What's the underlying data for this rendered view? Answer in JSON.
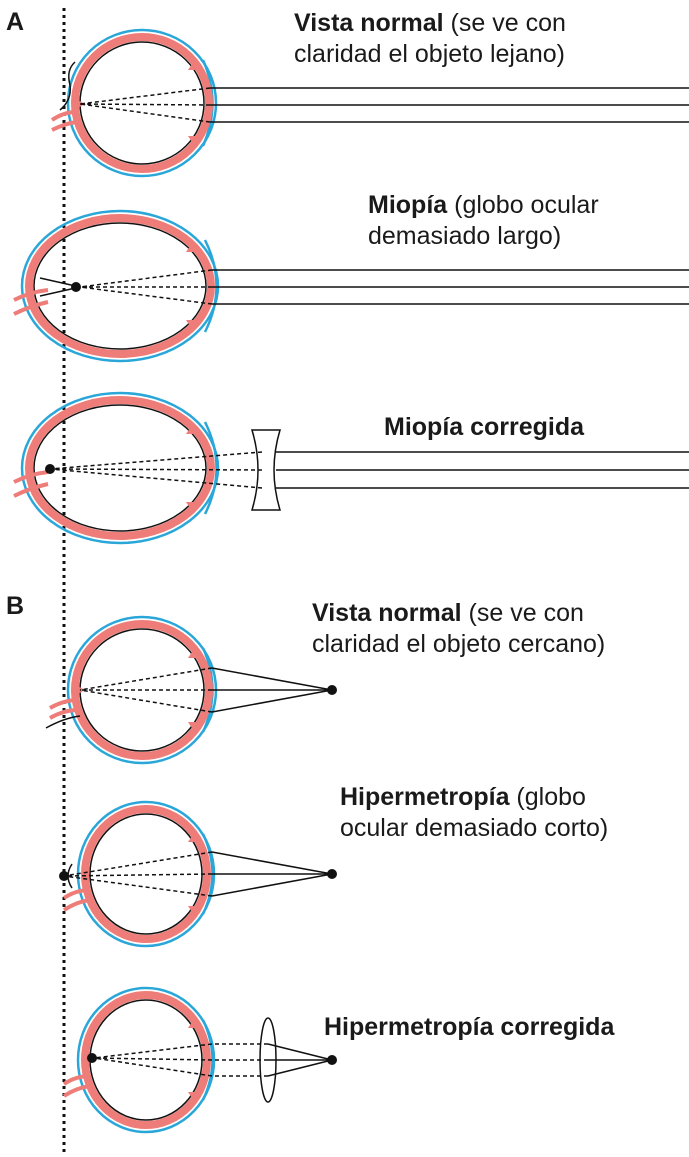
{
  "sections": {
    "a": "A",
    "b": "B"
  },
  "captions": {
    "normal_far": {
      "bold": "Vista normal",
      "rest_1": " (se ve con",
      "line_2": "claridad el objeto lejano)"
    },
    "myopia": {
      "bold": "Miopía",
      "rest_1": " (globo ocular",
      "line_2": "demasiado largo)"
    },
    "myopia_fixed": {
      "bold": "Miopía corregida"
    },
    "normal_near": {
      "bold": "Vista normal",
      "rest_1": " (se ve con",
      "line_2": "claridad el objeto cercano)"
    },
    "hyperopia": {
      "bold": "Hipermetropía",
      "rest_1": " (globo",
      "line_2": "ocular demasiado corto)"
    },
    "hyperopia_fixed": {
      "bold": "Hipermetropía corregida"
    }
  },
  "colors": {
    "sclera": "#2aa7d8",
    "choroid": "#ee7c78",
    "ink": "#111111"
  },
  "icons": [
    "eye-diagram",
    "concave-lens-icon",
    "convex-lens-icon",
    "point-object-icon"
  ]
}
